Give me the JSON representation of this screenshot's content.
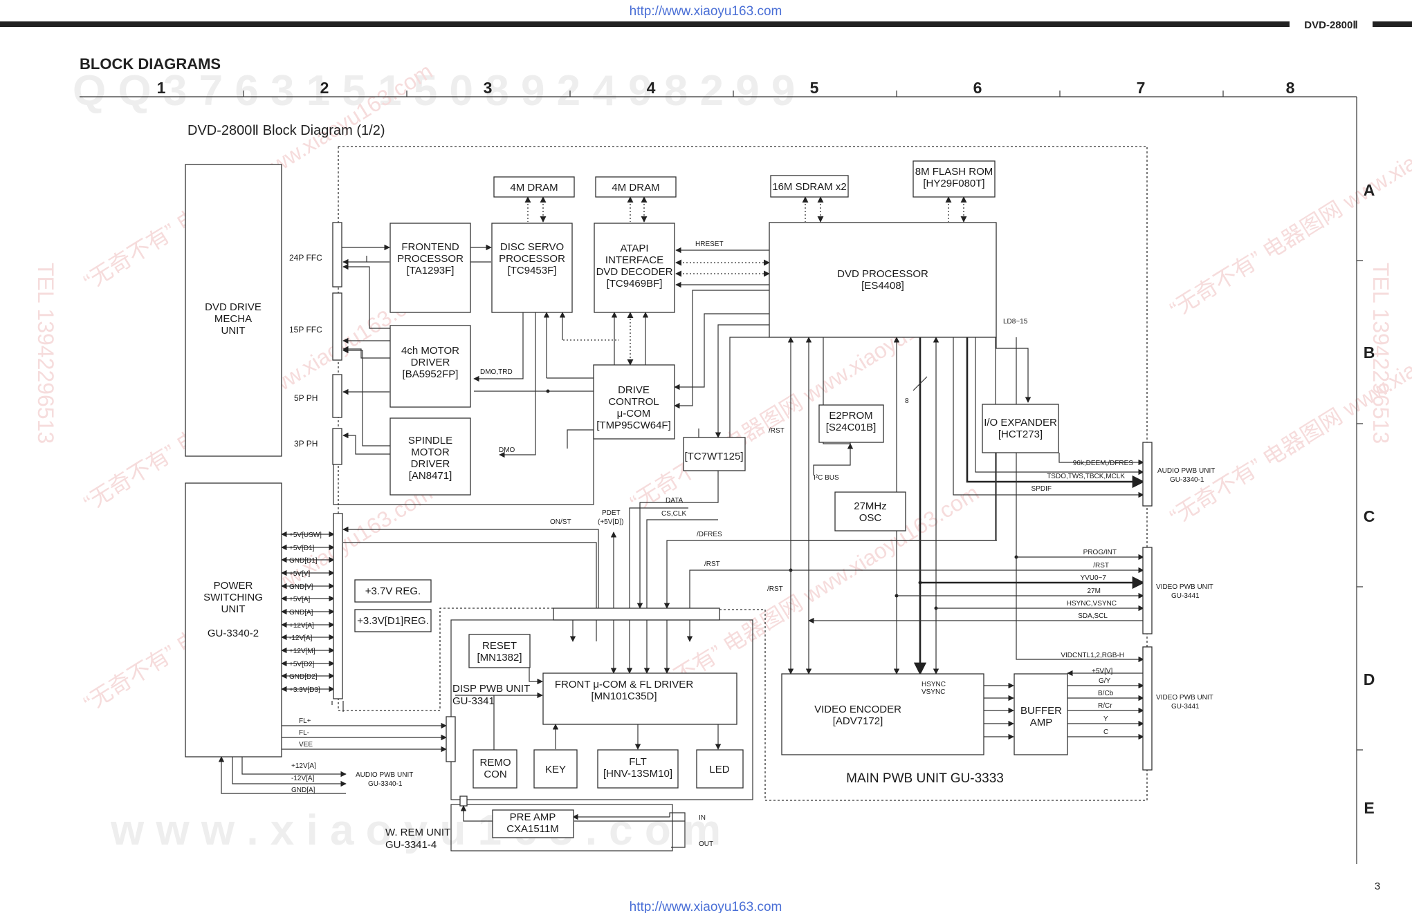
{
  "header": {
    "url_top": "http://www.xiaoyu163.com",
    "model": "DVD-2800Ⅱ",
    "section": "BLOCK DIAGRAMS",
    "url_bottom": "http://www.xiaoyu163.com",
    "page_number": "3"
  },
  "grid": {
    "columns": [
      "1",
      "2",
      "3",
      "4",
      "5",
      "6",
      "7",
      "8"
    ],
    "rows": [
      "A",
      "B",
      "C",
      "D",
      "E"
    ]
  },
  "watermarks": {
    "top_digits": "Q Q 3 7 6 3 1 5 1 5 0 8 9 2 4 9 8 2 9 9",
    "bottom_url": "w w w . x i a o y u 1 6 3 . c o m",
    "side_left": "TEL 13942296513",
    "side_right": "TEL 13942296513",
    "diag": "“无奇不有” 电器图网 www.xiaoyu163.com"
  },
  "diagram": {
    "title": "DVD-2800Ⅱ  Block Diagram (1/2)",
    "main_pwb": "MAIN PWB UNIT GU-3333",
    "disp_pwb": [
      "DISP PWB UNIT",
      "GU-3341"
    ],
    "wrem": [
      "W. REM UNIT",
      "GU-3341-4"
    ],
    "blocks": {
      "dvd_drive": [
        "DVD DRIVE",
        "MECHA",
        "UNIT"
      ],
      "power": [
        "POWER",
        "SWITCHING",
        "UNIT",
        "",
        "GU-3340-2"
      ],
      "frontend": [
        "FRONTEND",
        "PROCESSOR",
        "[TA1293F]"
      ],
      "disc_servo": [
        "DISC SERVO",
        "PROCESSOR",
        "[TC9453F]"
      ],
      "atapi": [
        "ATAPI",
        "INTERFACE",
        "DVD DECODER",
        "[TC9469BF]"
      ],
      "motor_driver": [
        "4ch MOTOR",
        "DRIVER",
        "[BA5952FP]"
      ],
      "spindle": [
        "SPINDLE",
        "MOTOR",
        "DRIVER",
        "[AN8471]"
      ],
      "drive_control": [
        "DRIVE",
        "CONTROL",
        "μ-COM",
        "[TMP95CW64F]"
      ],
      "dram1": "4M DRAM",
      "dram2": "4M DRAM",
      "sdram": "16M SDRAM x2",
      "flash": [
        "8M FLASH ROM",
        "[HY29F080T]"
      ],
      "dvd_proc": [
        "DVD PROCESSOR",
        "[ES4408]"
      ],
      "tc7wt": "[TC7WT125]",
      "e2prom": [
        "E2PROM",
        "[S24C01B]"
      ],
      "io_exp": [
        "I/O EXPANDER",
        "[HCT273]"
      ],
      "osc": [
        "27MHz",
        "OSC"
      ],
      "reg1": "+3.7V REG.",
      "reg2": "+3.3V[D1]REG.",
      "reset": [
        "RESET",
        "[MN1382]"
      ],
      "front_ucom": [
        "FRONT μ-COM & FL DRIVER",
        "[MN101C35D]"
      ],
      "remo": [
        "REMO",
        "CON"
      ],
      "key": "KEY",
      "flt": [
        "FLT",
        "[HNV-13SM10]"
      ],
      "led": "LED",
      "preamp": [
        "PRE AMP",
        "CXA1511M"
      ],
      "video_enc": [
        "VIDEO ENCODER",
        "[ADV7172]"
      ],
      "buffer": [
        "BUFFER",
        "AMP"
      ]
    },
    "connectors": [
      "24P FFC",
      "15P FFC",
      "5P PH",
      "3P PH"
    ],
    "power_rails": [
      "+5V[USW]",
      "+5V[D1]",
      "GND[D1]",
      "+5V[V]",
      "GND[V]",
      "+5V[A]",
      "GND[A]",
      "+12V[A]",
      "-12V[A]",
      "+12V[M]",
      "+5V[D2]",
      "GND[D2]",
      "+3.3V[D3]"
    ],
    "power_bottom": [
      "FL+",
      "FL-",
      "VEE",
      "+12V[A]",
      "-12V[A]",
      "GND[A]"
    ],
    "audio_out_bottom": [
      "AUDIO PWB UNIT",
      "GU-3340-1"
    ],
    "signals": {
      "hreset": "HRESET",
      "dmo_trd": "DMO,TRD",
      "dmo": "DMO",
      "ld": "LD8~15",
      "bus8": "8",
      "rst1": "/RST",
      "rst2": "/RST",
      "rst3": "/RST",
      "i2c": "I²C BUS",
      "on_st": "ON/ST",
      "pdet": [
        "PDET",
        "(+5V[D])"
      ],
      "data": "DATA",
      "cs_clk": "CS,CLK",
      "dfres": "/DFRES",
      "hsync_vsync": [
        "HSYNC",
        "VSYNC"
      ],
      "in": "IN",
      "out": "OUT"
    },
    "audio_outputs": [
      "96k,DEEM,/DFRES",
      "TSDO,TWS,TBCK,MCLK",
      "SPDIF"
    ],
    "audio_unit": [
      "AUDIO PWB UNIT",
      "GU-3340-1"
    ],
    "video_signals": [
      "PROG/INT",
      "/RST",
      "YVU0~7",
      "27M",
      "HSYNC,VSYNC",
      "SDA,SCL"
    ],
    "video_unit1": [
      "VIDEO PWB UNIT",
      "GU-3441"
    ],
    "video_outputs": [
      "VIDCNTL1,2,RGB-H",
      "+5V[V]",
      "G/Y",
      "B/Cb",
      "R/Cr",
      "Y",
      "C"
    ],
    "video_unit2": [
      "VIDEO PWB UNIT",
      "GU-3441"
    ]
  }
}
